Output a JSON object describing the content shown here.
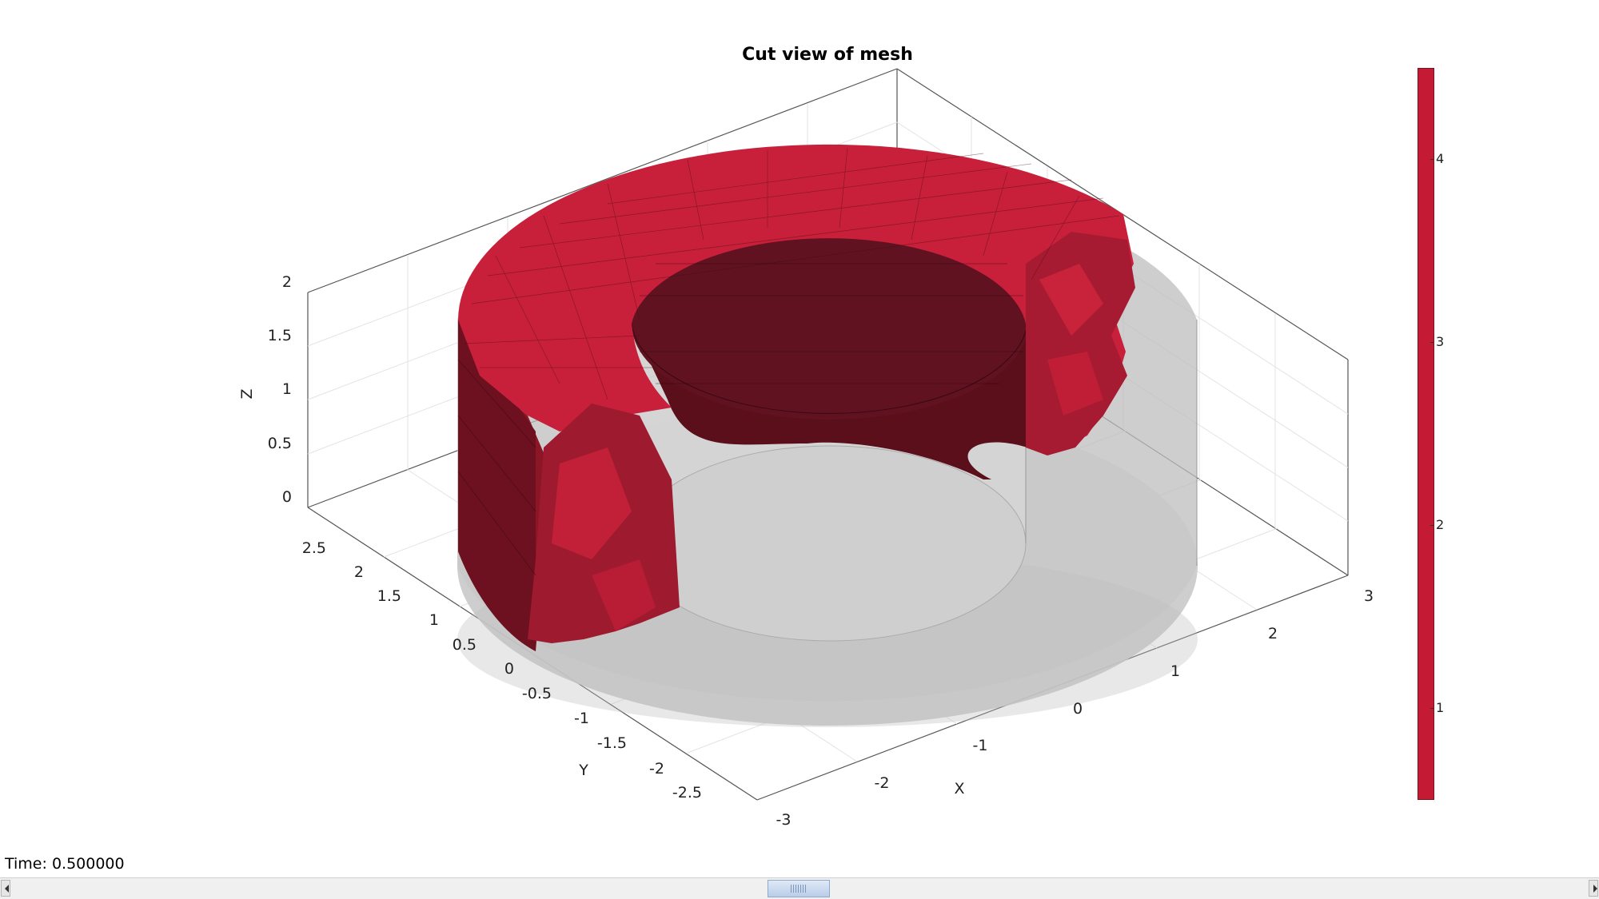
{
  "figure": {
    "title": "Cut view of mesh",
    "axes": {
      "x_label": "X",
      "y_label": "Y",
      "z_label": "Z",
      "x_ticks": [
        "-3",
        "-2",
        "-1",
        "0",
        "1",
        "2",
        "3"
      ],
      "y_ticks": [
        "-2.5",
        "-2",
        "-1.5",
        "-1",
        "-0.5",
        "0",
        "0.5",
        "1",
        "1.5",
        "2",
        "2.5"
      ],
      "z_ticks": [
        "0",
        "0.5",
        "1",
        "1.5",
        "2"
      ]
    },
    "colorbar": {
      "ticks": [
        "1",
        "2",
        "3",
        "4"
      ],
      "color": "#c41a33"
    },
    "colors": {
      "mesh_face": "#c8203a",
      "mesh_shadow": "#5e0f1c",
      "ghost": "#b4b4b4"
    }
  },
  "status": {
    "time_label": "Time: 0.500000"
  },
  "scrollbar": {
    "left_icon": "arrow-left-icon",
    "right_icon": "arrow-right-icon"
  }
}
